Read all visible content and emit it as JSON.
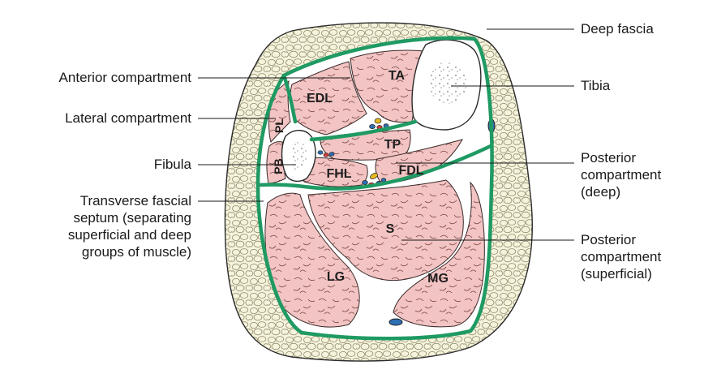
{
  "figure": {
    "labels": {
      "deep_fascia": "Deep fascia",
      "anterior_compartment": "Anterior compartment",
      "tibia": "Tibia",
      "lateral_compartment": "Lateral compartment",
      "fibula": "Fibula",
      "posterior_deep": [
        "Posterior",
        "compartment",
        "(deep)"
      ],
      "transverse_septum": [
        "Transverse fascial",
        "septum (separating",
        "superficial and deep",
        "groups of muscle)"
      ],
      "posterior_superficial": [
        "Posterior",
        "compartment",
        "(superficial)"
      ]
    },
    "muscles": {
      "ta": "TA",
      "edl": "EDL",
      "pl": "PL",
      "pb": "PB",
      "tp": "TP",
      "fhl": "FHL",
      "fdl": "FDL",
      "s": "S",
      "lg": "LG",
      "mg": "MG"
    },
    "colors": {
      "muscle": "#f2c4c3",
      "fascia": "#1f9a63",
      "fat": "#f6f3dc",
      "bone": "#ffffff",
      "nerve": "#e8b820",
      "artery": "#d33a3a",
      "vein": "#2f6fb4"
    }
  }
}
